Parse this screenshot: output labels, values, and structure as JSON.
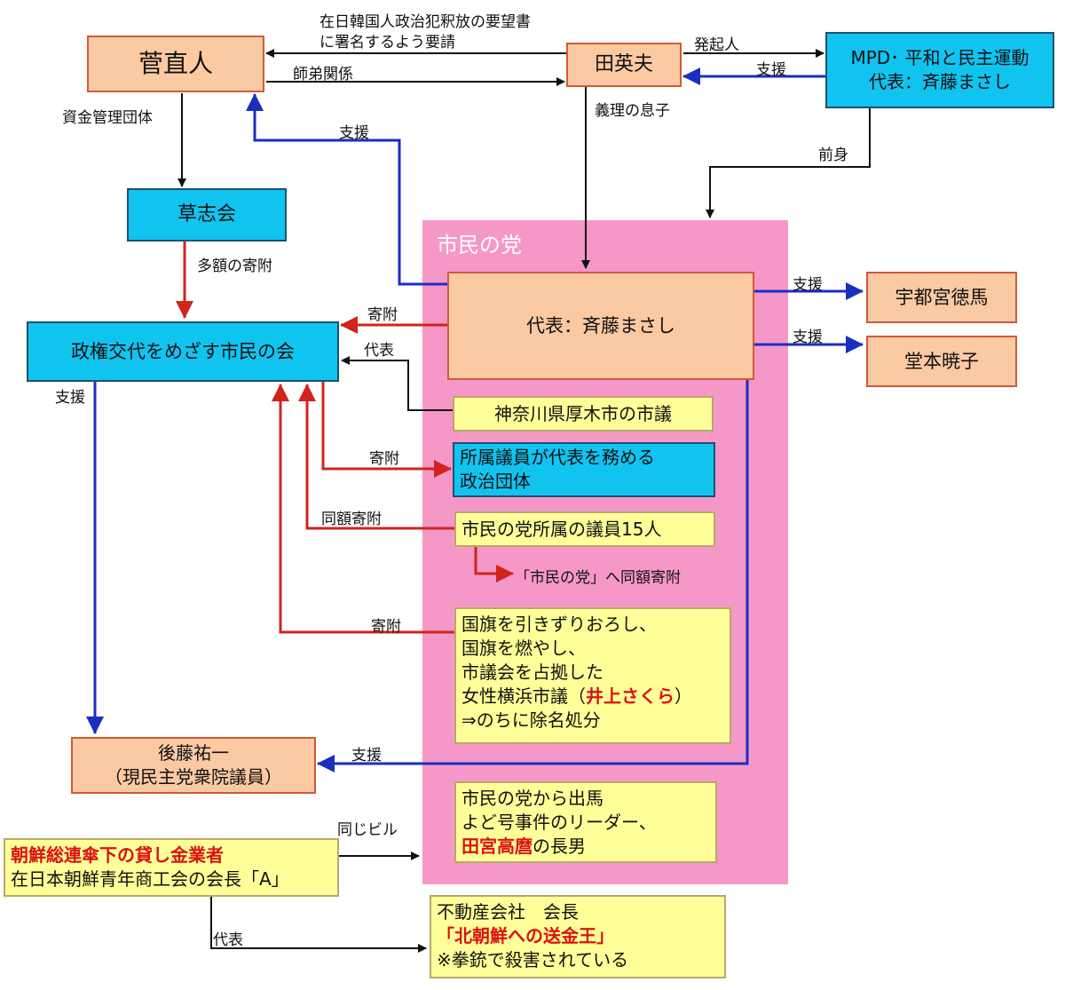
{
  "region": {
    "title": "市民の党"
  },
  "nodes": {
    "kan": "菅直人",
    "tahideo": "田英夫",
    "mpd_1": "MPD･ 平和と民主運動",
    "mpd_2": "代表：斉藤まさし",
    "soshikai": "草志会",
    "seiken": "政権交代をめざす市民の会",
    "daihyo": "代表：斉藤まさし",
    "utsunomiya": "宇都宮徳馬",
    "domoto": "堂本暁子",
    "atsugi": "神奈川県厚木市の市議",
    "seiji_1": "所属議員が代表を務める",
    "seiji_2": "政治団体",
    "giin15": "市民の党所属の議員15人",
    "kokki": [
      "国旗を引きずりおろし、",
      "国旗を燃やし、",
      "市議会を占拠した"
    ],
    "kokki_4a": "女性横浜市議（",
    "kokki_4b": "井上さくら",
    "kokki_4c": "）",
    "kokki_5": "⇒のちに除名処分",
    "goto_1": "後藤祐一",
    "goto_2": "（現民主党衆院議員）",
    "shusba_1": "市民の党から出馬",
    "shusba_2": "よど号事件のリーダー、",
    "shusba_3a": "田宮高麿",
    "shusba_3b": "の長男",
    "chosen_1": "朝鮮総連傘下の貸し金業者",
    "chosen_2": "在日本朝鮮青年商工会の会長「A」",
    "fudosan_1": "不動産会社　会長",
    "fudosan_2": "「北朝鮮への送金王」",
    "fudosan_3": "※拳銃で殺害されている"
  },
  "labels": {
    "petition_1": "在日韓国人政治犯釈放の要望書",
    "petition_2": "に署名するよう要請",
    "hokkinin": "発起人",
    "shitei": "師弟関係",
    "shien_mpd": "支援",
    "shikin": "資金管理団体",
    "giri": "義理の息子",
    "zenshin": "前身",
    "shien_kan": "支援",
    "tagaku": "多額の寄附",
    "kifu_daihyo": "寄附",
    "daihyo_atsugi": "代表",
    "shien_utsu": "支援",
    "shien_domoto": "支援",
    "shien_seiken": "支援",
    "kifu_seiji": "寄附",
    "dogaku": "同額寄附",
    "dogaku_party": "「市民の党」へ同額寄附",
    "kifu_kokki": "寄附",
    "shien_goto": "支援",
    "onaji_biru": "同じビル",
    "daihyo_chosen": "代表"
  },
  "colors": {
    "blue_arrow": "#1a2fbf",
    "red_arrow": "#d0241c",
    "black_arrow": "#111111",
    "orange_box": "#fbc9a2",
    "cyan_box": "#11c4f0",
    "yellow_box": "#ffff99",
    "pink_region": "#f598c8",
    "highlight_text": "#dd1111"
  }
}
